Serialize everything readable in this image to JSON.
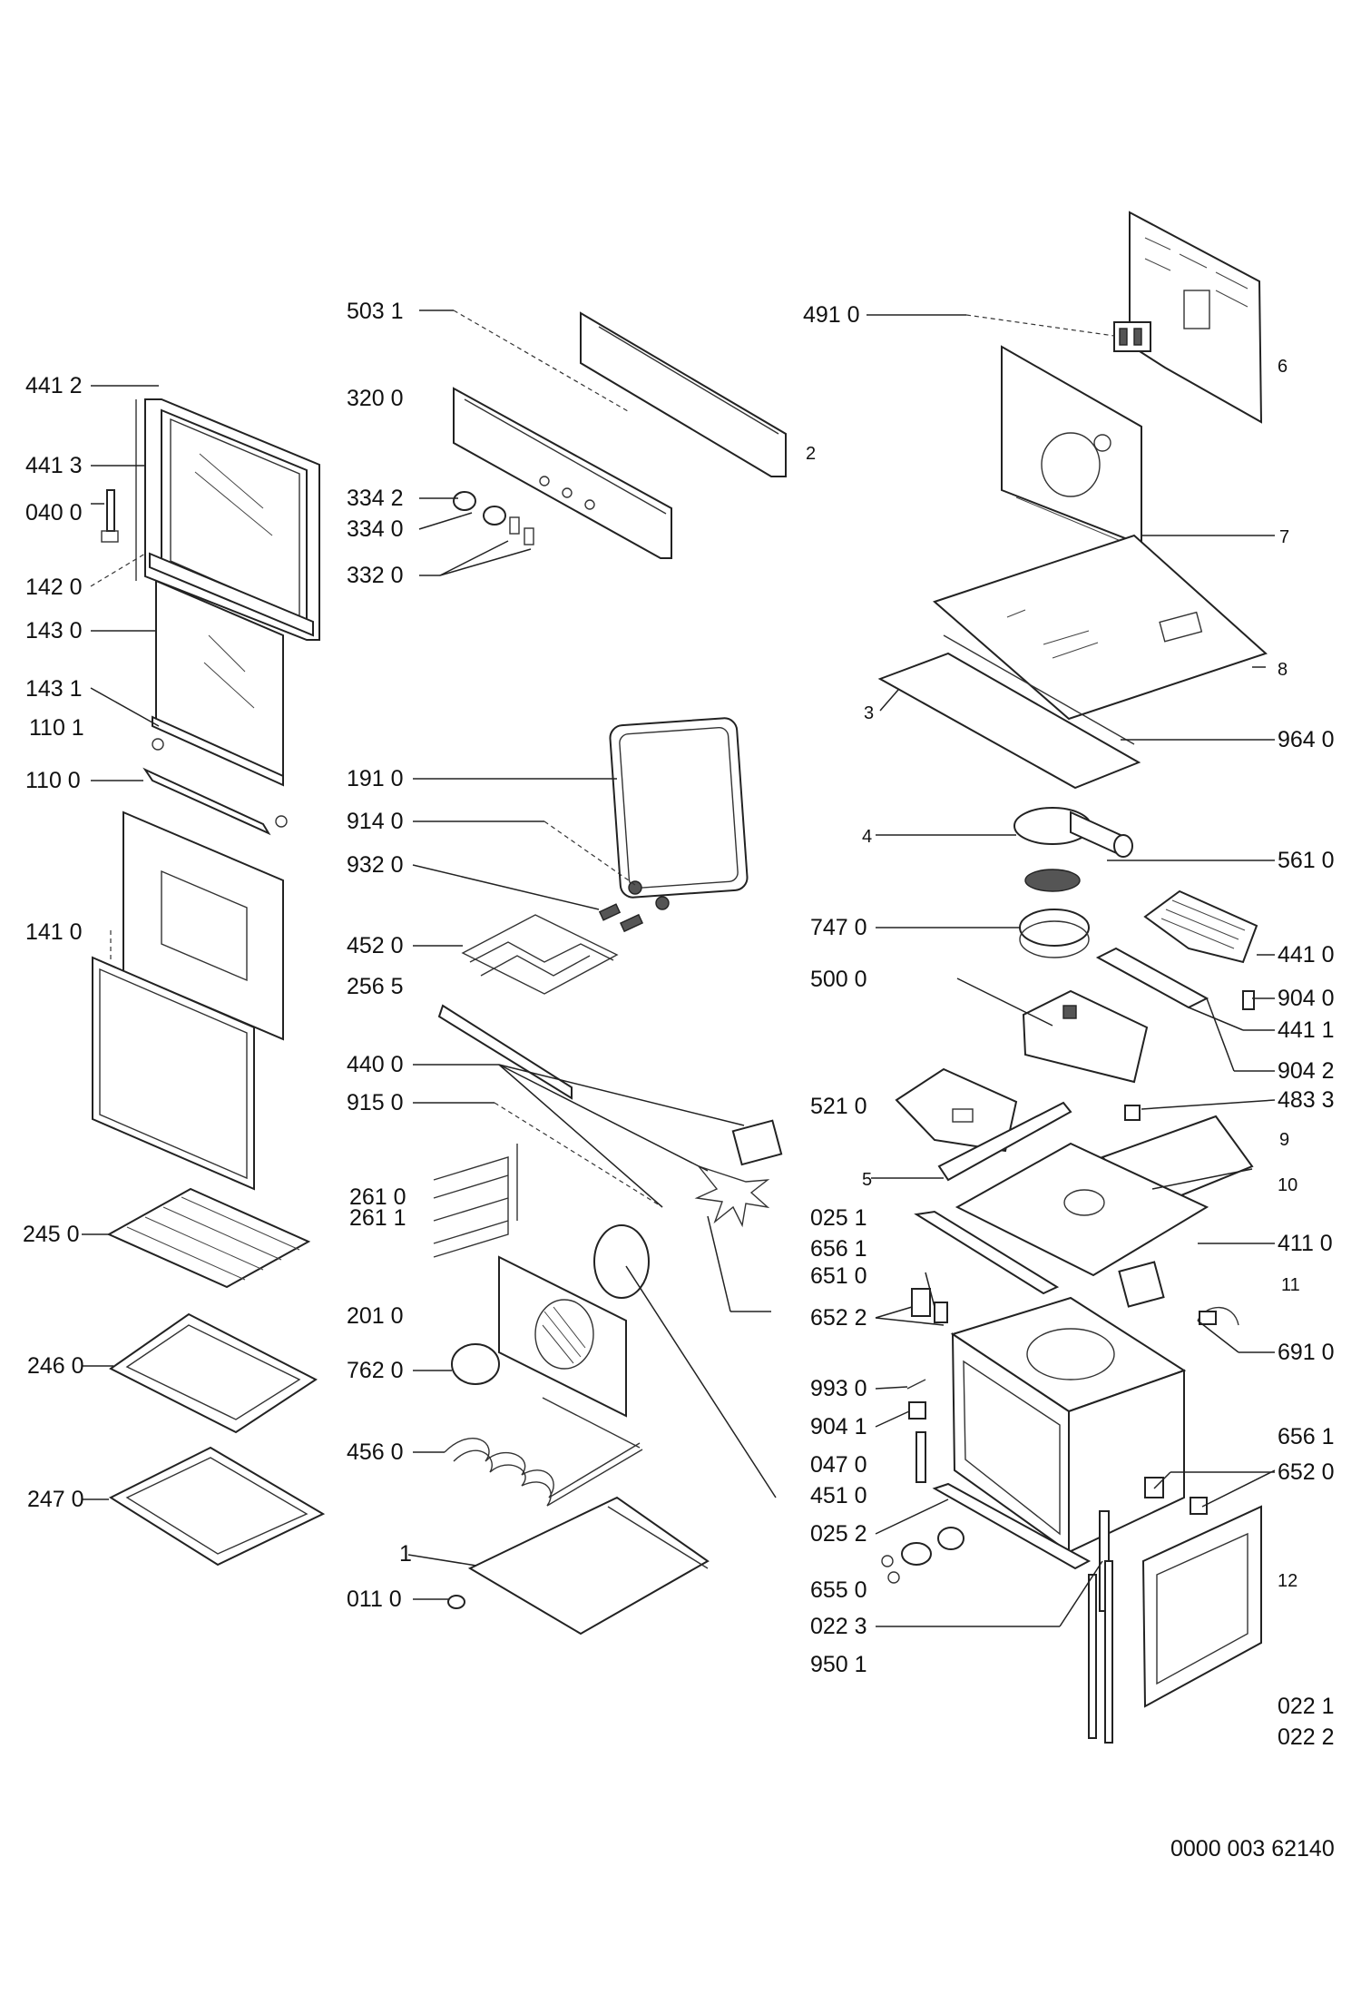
{
  "diagram_code": "0000 003 62140",
  "labels": {
    "l5031": "503 1",
    "l3200": "320 0",
    "l3342": "334 2",
    "l3340": "334 0",
    "l3320": "332 0",
    "l4412": "441 2",
    "l4413": "441 3",
    "l0400": "040 0",
    "l1420": "142 0",
    "l1430": "143 0",
    "l1431": "143 1",
    "l1101": "110 1",
    "l1100": "110 0",
    "l1410": "141 0",
    "l2450": "245 0",
    "l2460": "246 0",
    "l2470": "247 0",
    "l1910": "191 0",
    "l9140": "914 0",
    "l9320": "932 0",
    "l4520": "452 0",
    "l2565": "256 5",
    "l4400": "440 0",
    "l9150": "915 0",
    "l2610": "261 0",
    "l2611": "261 1",
    "l2010": "201 0",
    "l7620": "762 0",
    "l4560": "456 0",
    "l1": "1",
    "l0110": "011 0",
    "l4910": "491 0",
    "l6": "6",
    "l2": "2",
    "l7": "7",
    "l8": "8",
    "l3": "3",
    "l9640": "964 0",
    "l4": "4",
    "l5610": "561 0",
    "l7470": "747 0",
    "l4410": "441 0",
    "l5000": "500 0",
    "l9040": "904 0",
    "l4411": "441 1",
    "l9042": "904 2",
    "l5210": "521 0",
    "l4833": "483 3",
    "l9": "9",
    "l5": "5",
    "l10": "10",
    "l0251": "025 1",
    "l6561a": "656 1",
    "l6510": "651 0",
    "l4110": "411 0",
    "l11": "11",
    "l6522": "652 2",
    "l6910": "691 0",
    "l9930": "993 0",
    "l9041": "904 1",
    "l0470": "047 0",
    "l6561b": "656 1",
    "l6520": "652 0",
    "l4510": "451 0",
    "l0252": "025 2",
    "l12": "12",
    "l6550": "655 0",
    "l0223": "022 3",
    "l9501": "950 1",
    "l0221": "022 1",
    "l0222": "022 2"
  }
}
